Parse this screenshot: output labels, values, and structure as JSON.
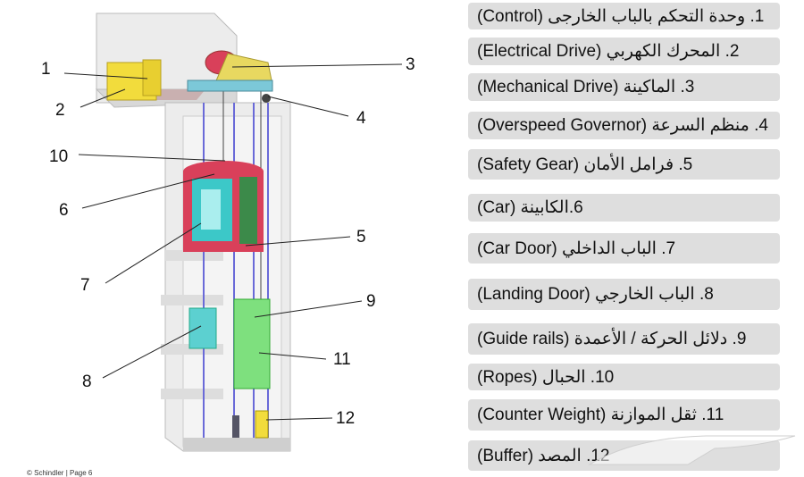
{
  "callout_numbers": [
    "1",
    "2",
    "3",
    "4",
    "5",
    "6",
    "7",
    "8",
    "9",
    "10",
    "11",
    "12"
  ],
  "legend": [
    {
      "text": "1. وحدة التحكم بالباب الخارجى (Control)"
    },
    {
      "text": "2. المحرك الكهربي (Electrical Drive)"
    },
    {
      "text": "3. الماكينة (Mechanical Drive)"
    },
    {
      "text": "4. منظم السرعة (Overspeed Governor)"
    },
    {
      "text": "5. فرامل الأمان (Safety Gear)"
    },
    {
      "text": "6.الكابينة (Car)"
    },
    {
      "text": "7. الباب الداخلي (Car Door)"
    },
    {
      "text": "8. الباب الخارجي (Landing Door)"
    },
    {
      "text": "9. دلائل الحركة / الأعمدة (Guide rails)"
    },
    {
      "text": "10. الحبال (Ropes)"
    },
    {
      "text": "11. ثقل الموازنة (Counter Weight)"
    },
    {
      "text": "12. المصد (Buffer)"
    }
  ],
  "footer": "© Schindler | Page 6",
  "colors": {
    "label_bg": "#dedede",
    "car_red": "#d9405a",
    "car_door_teal": "#3cc8c8",
    "counterweight_green": "#7ee07e",
    "control_yellow": "#f2dc3c",
    "shaft_grey": "#e6e6e6"
  }
}
